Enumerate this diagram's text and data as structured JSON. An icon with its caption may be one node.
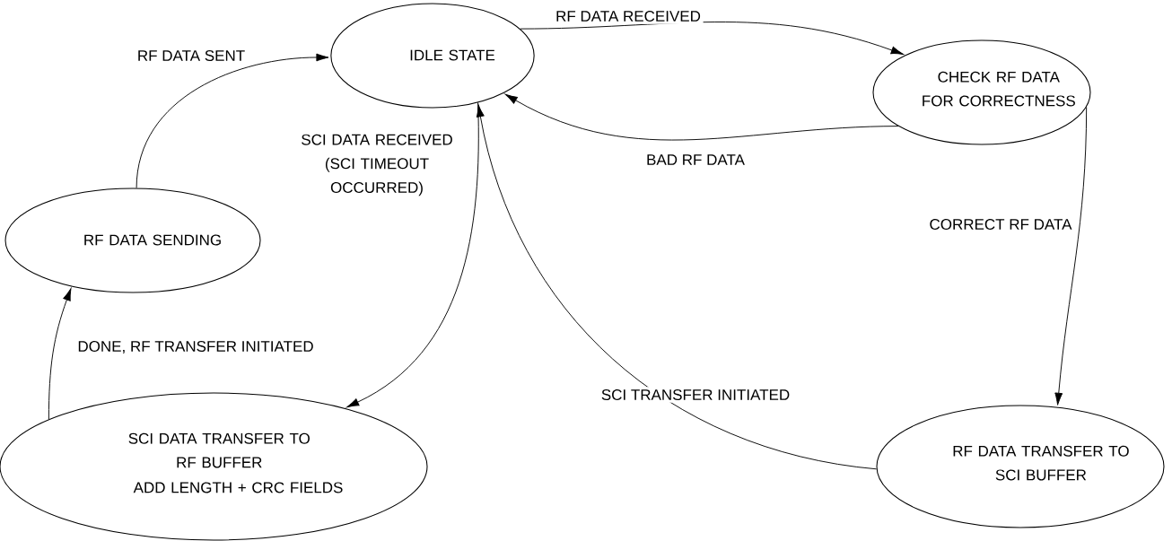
{
  "diagram": {
    "nodes": [
      {
        "text": [
          "IDLE STATE"
        ]
      },
      {
        "text": [
          "CHECK RF DATA FOR CORRECTNESS"
        ]
      },
      {
        "text": [
          "RF DATA SENDING"
        ]
      },
      {
        "text": [
          "SCI DATA TRANSFER TO RF BUFFER",
          "ADD LENGTH + CRC FIELDS"
        ]
      },
      {
        "text": [
          "RF DATA TRANSFER TO SCI BUFFER"
        ]
      }
    ],
    "edges": [
      {
        "from": 0,
        "to": 1,
        "arrow": "to",
        "label": "RF DATA RECEIVED"
      },
      {
        "from": 1,
        "to": 0,
        "arrow": "to",
        "label": "BAD RF DATA"
      },
      {
        "from": 1,
        "to": 4,
        "arrow": "to",
        "label": "CORRECT RF DATA"
      },
      {
        "from": 4,
        "to": 0,
        "arrow": "to",
        "label": "SCI TRANSFER INITIATED"
      },
      {
        "from": 0,
        "to": 3,
        "arrow": "to",
        "label": "SCI DATA RECEIVED (SCI TIMEOUT OCCURRED)"
      },
      {
        "from": 3,
        "to": 2,
        "arrow": "to",
        "label": "DONE, RF TRANSFER INITIATED"
      },
      {
        "from": 2,
        "to": 0,
        "arrow": "to",
        "label": "RF DATA SENT"
      }
    ]
  }
}
